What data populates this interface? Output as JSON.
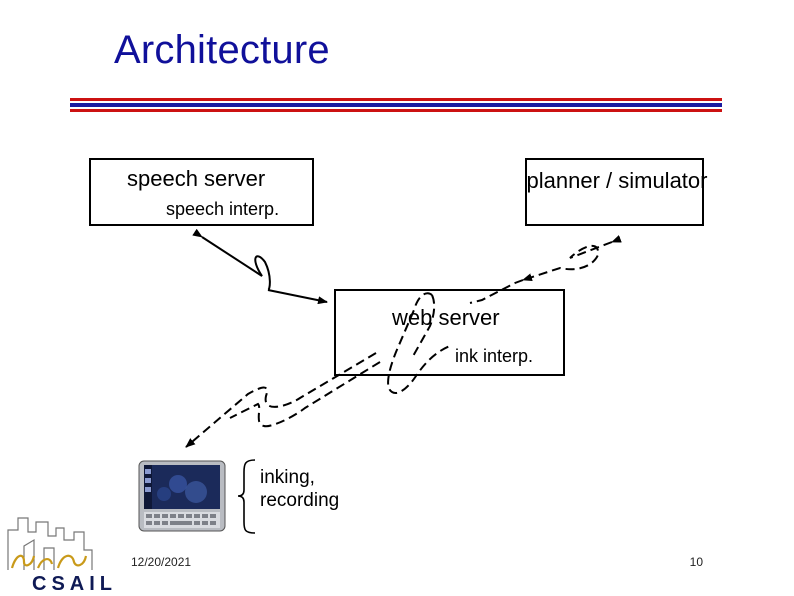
{
  "slide": {
    "title": "Architecture",
    "date": "12/20/2021",
    "page_number": "10"
  },
  "nodes": {
    "speech": {
      "title": "speech server",
      "subtitle": "speech interp."
    },
    "planner": {
      "title": "planner / simulator"
    },
    "web": {
      "title": "web server",
      "subtitle": "ink interp."
    },
    "device": {
      "caption": "inking, recording"
    }
  },
  "logo": {
    "text": "CSAIL"
  },
  "colors": {
    "title": "#10109a",
    "rule_red": "#cc1111",
    "rule_blue": "#1a1aa0",
    "logo": "#0f1a55"
  }
}
